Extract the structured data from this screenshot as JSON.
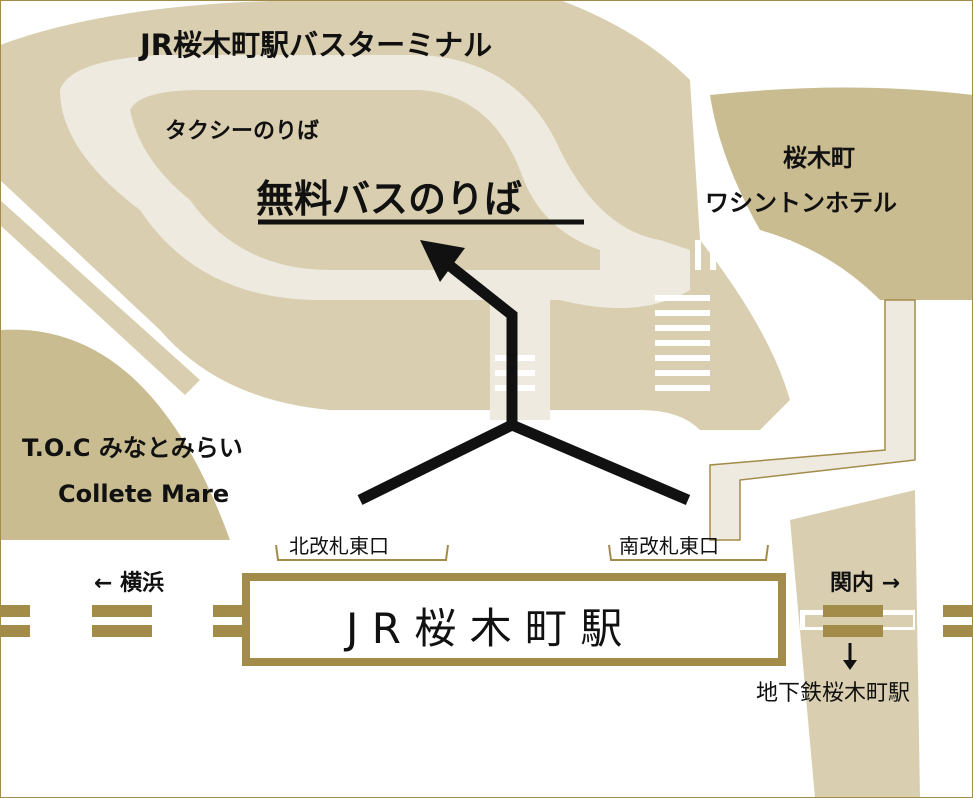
{
  "colors": {
    "gold": "#a38b4a",
    "tan": "#d9cfb0",
    "light": "#eeeadf",
    "dark_tan": "#c9bc90",
    "ink": "#111111"
  },
  "labels": {
    "bus_terminal": "JR桜木町駅バスターミナル",
    "taxi": "タクシーのりば",
    "free_bus": "無料バスのりば",
    "hotel_line1": "桜木町",
    "hotel_line2": "ワシントンホテル",
    "toc_line1": "T.O.C みなとみらい",
    "toc_line2": "Collete Mare",
    "north_gate": "北改札東口",
    "south_gate": "南改札東口",
    "station": "J R 桜 木 町 駅",
    "yokohama": "← 横浜",
    "kannai": "関内 →",
    "subway": "地下鉄桜木町駅"
  },
  "icons": [
    "arrow-to-bus-stop-icon",
    "arrow-down-icon"
  ]
}
